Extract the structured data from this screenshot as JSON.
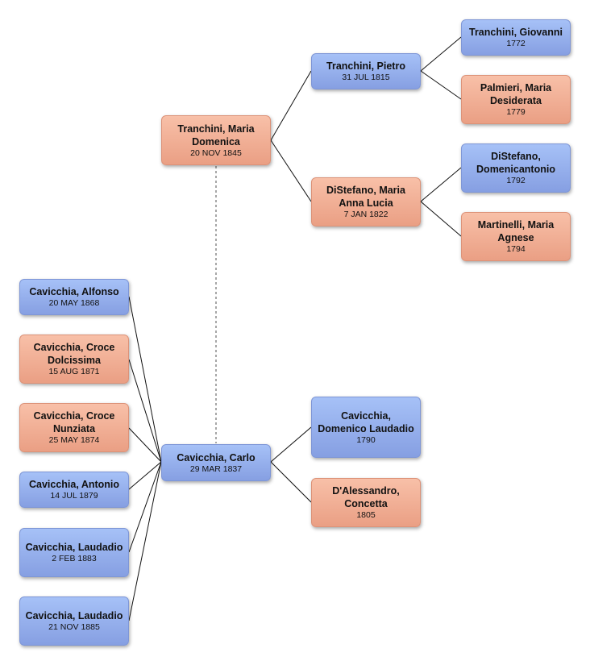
{
  "colors": {
    "male": "#94aeec",
    "female": "#f2ae94",
    "line": "#111111",
    "dotted": "#777777"
  },
  "people": {
    "carlo": {
      "name": "Cavicchia, Carlo",
      "date": "29 MAR 1837",
      "sex": "male"
    },
    "maria_domenica": {
      "name": "Tranchini, Maria Domenica",
      "date": "20 NOV 1845",
      "sex": "female"
    },
    "pietro": {
      "name": "Tranchini, Pietro",
      "date": "31 JUL 1815",
      "sex": "male"
    },
    "maria_anna_lucia": {
      "name": "DiStefano, Maria Anna Lucia",
      "date": "7 JAN 1822",
      "sex": "female"
    },
    "giovanni": {
      "name": "Tranchini, Giovanni",
      "date": "1772",
      "sex": "male"
    },
    "maria_desiderata": {
      "name": "Palmieri, Maria Desiderata",
      "date": "1779",
      "sex": "female"
    },
    "domenicantonio": {
      "name": "DiStefano, Domenicantonio",
      "date": "1792",
      "sex": "male"
    },
    "maria_agnese": {
      "name": "Martinelli, Maria Agnese",
      "date": "1794",
      "sex": "female"
    },
    "domenico_laudadio": {
      "name": "Cavicchia, Domenico Laudadio",
      "date": "1790",
      "sex": "male"
    },
    "concetta": {
      "name": "D'Alessandro, Concetta",
      "date": "1805",
      "sex": "female"
    },
    "alfonso": {
      "name": "Cavicchia, Alfonso",
      "date": "20 MAY 1868",
      "sex": "male"
    },
    "croce_dolcissima": {
      "name": "Cavicchia, Croce Dolcissima",
      "date": "15 AUG 1871",
      "sex": "female"
    },
    "croce_nunziata": {
      "name": "Cavicchia, Croce Nunziata",
      "date": "25 MAY 1874",
      "sex": "female"
    },
    "antonio": {
      "name": "Cavicchia, Antonio",
      "date": "14 JUL 1879",
      "sex": "male"
    },
    "laudadio_1883": {
      "name": "Cavicchia, Laudadio",
      "date": "2 FEB 1883",
      "sex": "male"
    },
    "laudadio_1885": {
      "name": "Cavicchia, Laudadio",
      "date": "21 NOV 1885",
      "sex": "male"
    }
  }
}
